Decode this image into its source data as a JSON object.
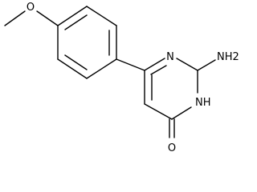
{
  "labels": {
    "methoxy_oxygen": "O",
    "ring_nitrogen_top": "N",
    "amino_group": "NH2",
    "ring_nh": "NH",
    "carbonyl_oxygen": "O"
  }
}
